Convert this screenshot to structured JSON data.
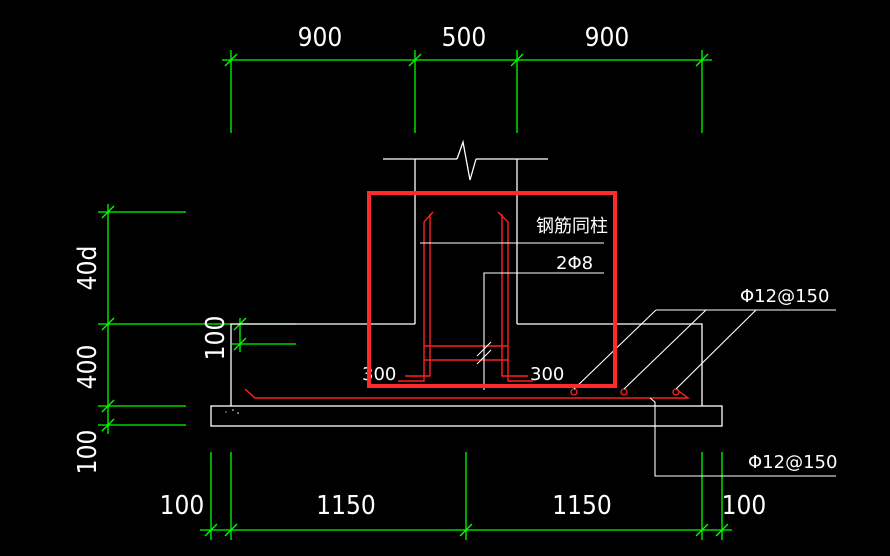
{
  "dimensions": {
    "top": [
      "900",
      "500",
      "900"
    ],
    "bottom": [
      "100",
      "1150",
      "1150",
      "100"
    ],
    "left": [
      "40d",
      "400",
      "100"
    ],
    "small_left": "100"
  },
  "annotations": {
    "rebar_same_as_column": "钢筋同柱",
    "stirrup": "2Φ8",
    "top_rebar": "Φ12@150",
    "bottom_rebar": "Φ12@150",
    "left_leg": "300",
    "right_leg": "300"
  },
  "colors": {
    "background": "#000000",
    "dimension_lines": "#00ff00",
    "outline": "#ffffff",
    "rebar": "#ff2020",
    "highlight_box": "#ff2a2a"
  }
}
